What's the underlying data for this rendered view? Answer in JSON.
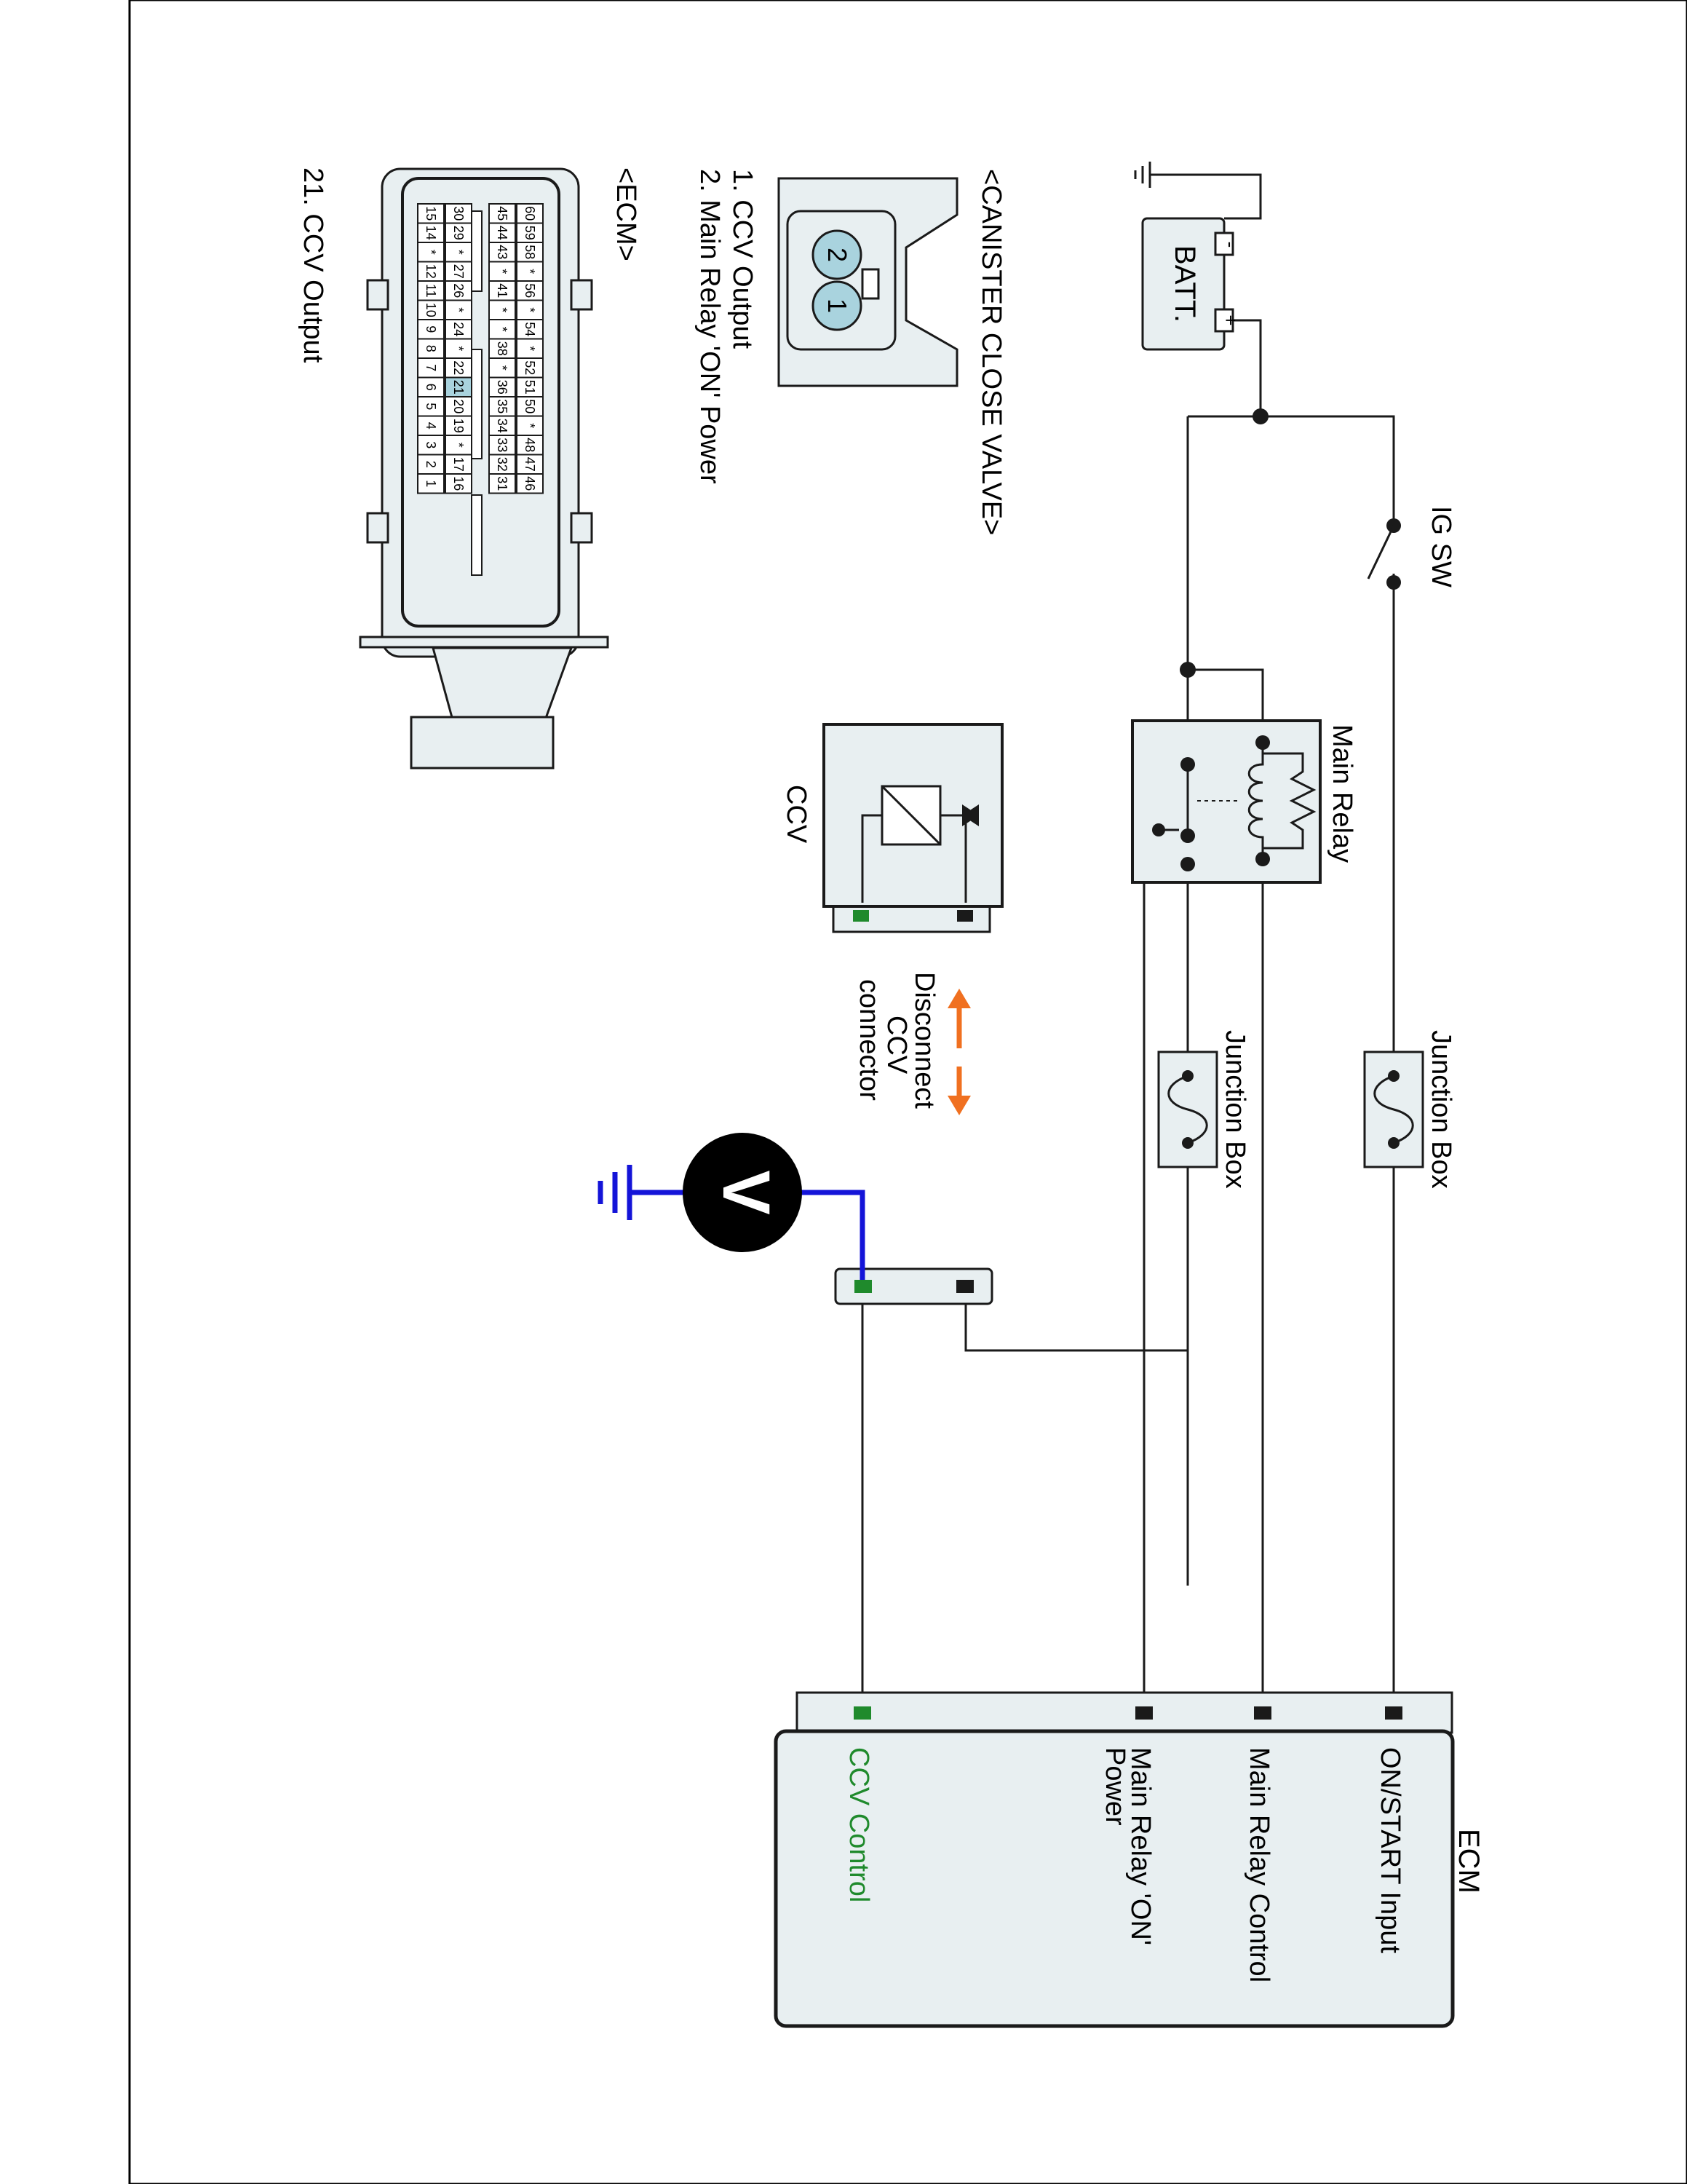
{
  "colors": {
    "box_fill": "#e8eff1",
    "pin_fill": "#a9d3de",
    "meter_wire": "#1414d8",
    "green_pin": "#1f8a2c",
    "orange_arrow": "#f07020",
    "wire": "#1a1a1a"
  },
  "battery": {
    "label": "BATT.",
    "minus": "-",
    "plus": "+"
  },
  "ig_switch": {
    "label": "IG SW"
  },
  "main_relay": {
    "label": "Main Relay"
  },
  "junction_box_1": {
    "label": "Junction Box"
  },
  "junction_box_2": {
    "label": "Junction Box"
  },
  "ccv": {
    "label": "CCV"
  },
  "disconnect_note": {
    "line1": "Disconnect",
    "line2": "CCV",
    "line3": "connector"
  },
  "voltmeter": {
    "symbol": "V"
  },
  "ecm": {
    "label": "ECM",
    "pins": [
      {
        "label": "ON/START Input"
      },
      {
        "label": "Main Relay Control"
      },
      {
        "label_line1": "Main Relay 'ON'",
        "label_line2": "Power"
      },
      {
        "label": "CCV Control"
      }
    ]
  },
  "canister_connector": {
    "title": "<CANISTER CLOSE VALVE>",
    "pin_a": "2",
    "pin_b": "1",
    "legend": [
      "1. CCV Output",
      "2. Main Relay 'ON' Power"
    ]
  },
  "ecm_connector": {
    "title": "<ECM>",
    "legend": [
      "21. CCV Output"
    ],
    "highlight_pin": "21",
    "rows": [
      [
        "60",
        "59",
        "58",
        "*",
        "56",
        "*",
        "54",
        "*",
        "52",
        "51",
        "50",
        "*",
        "48",
        "47",
        "46"
      ],
      [
        "45",
        "44",
        "43",
        "*",
        "41",
        "*",
        "*",
        "38",
        "*",
        "36",
        "35",
        "34",
        "33",
        "32",
        "31"
      ],
      [
        "30",
        "29",
        "*",
        "27",
        "26",
        "*",
        "24",
        "*",
        "22",
        "21",
        "20",
        "19",
        "*",
        "17",
        "16"
      ],
      [
        "15",
        "14",
        "*",
        "12",
        "11",
        "10",
        "9",
        "8",
        "7",
        "6",
        "5",
        "4",
        "3",
        "2",
        "1"
      ]
    ]
  }
}
